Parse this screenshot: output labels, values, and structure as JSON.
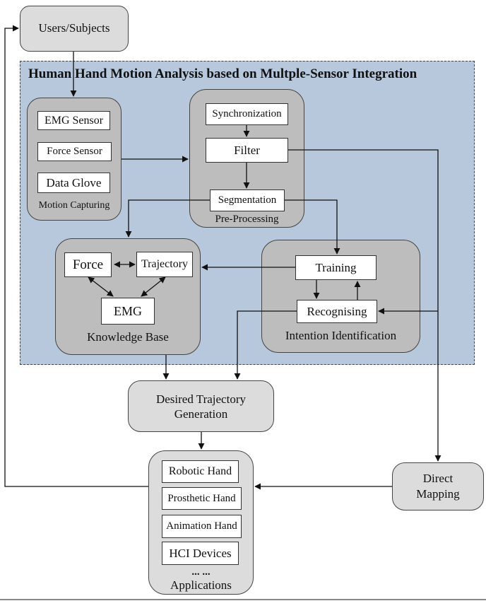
{
  "nodes": {
    "users": "Users/Subjects",
    "region_title": "Human Hand Motion Analysis based on Multple-Sensor Integration",
    "emg_sensor": "EMG Sensor",
    "force_sensor": "Force Sensor",
    "data_glove": "Data Glove",
    "motion_capturing": "Motion Capturing",
    "synchronization": "Synchronization",
    "filter": "Filter",
    "segmentation": "Segmentation",
    "pre_processing": "Pre-Processing",
    "force": "Force",
    "trajectory": "Trajectory",
    "emg": "EMG",
    "knowledge_base": "Knowledge Base",
    "training": "Training",
    "recognising": "Recognising",
    "intention_identification": "Intention Identification",
    "desired_traj_line1": "Desired Trajectory",
    "desired_traj_line2": "Generation",
    "direct_line1": "Direct",
    "direct_line2": "Mapping",
    "robotic_hand": "Robotic Hand",
    "prosthetic_hand": "Prosthetic Hand",
    "animation_hand": "Animation Hand",
    "hci_devices": "HCI Devices",
    "ellipsis": "... ...",
    "applications": "Applications"
  },
  "colors": {
    "region_fill": "#b7c7dc",
    "group_fill": "#bdbdbd",
    "box_fill": "#dcdcdc"
  }
}
